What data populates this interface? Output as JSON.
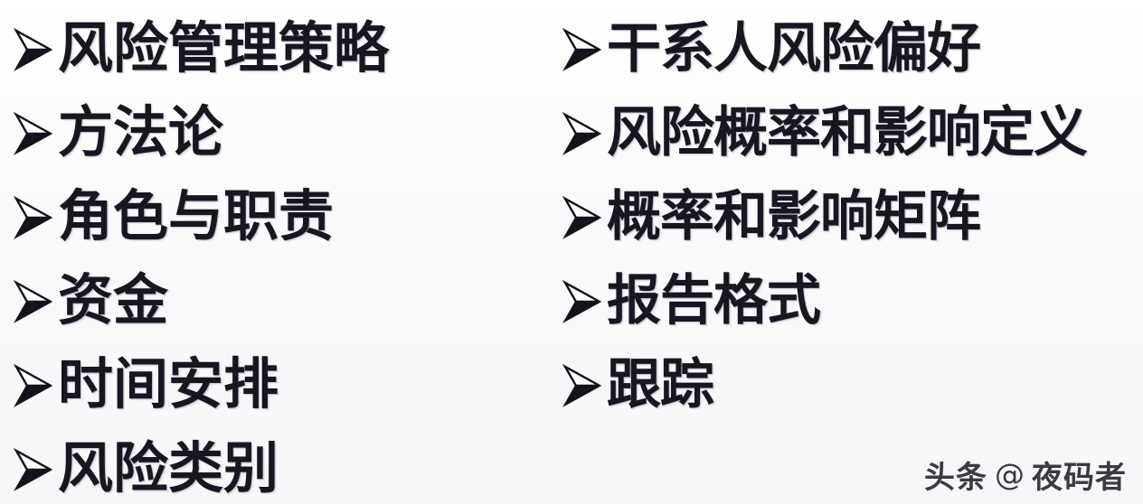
{
  "slide": {
    "background_color": "#fbfbfd",
    "text_color": "#191622",
    "bullet_glyph": "arrow-bullet",
    "left_column": {
      "items": [
        {
          "label": "风险管理策略"
        },
        {
          "label": "方法论"
        },
        {
          "label": "角色与职责"
        },
        {
          "label": "资金"
        },
        {
          "label": "时间安排"
        },
        {
          "label": "风险类别"
        }
      ]
    },
    "right_column": {
      "items": [
        {
          "label": "干系人风险偏好"
        },
        {
          "label": "风险概率和影响定义"
        },
        {
          "label": "概率和影响矩阵"
        },
        {
          "label": "报告格式"
        },
        {
          "label": "跟踪"
        }
      ]
    }
  },
  "watermark": {
    "brand": "头条",
    "at": "@",
    "user": "夜码者"
  }
}
